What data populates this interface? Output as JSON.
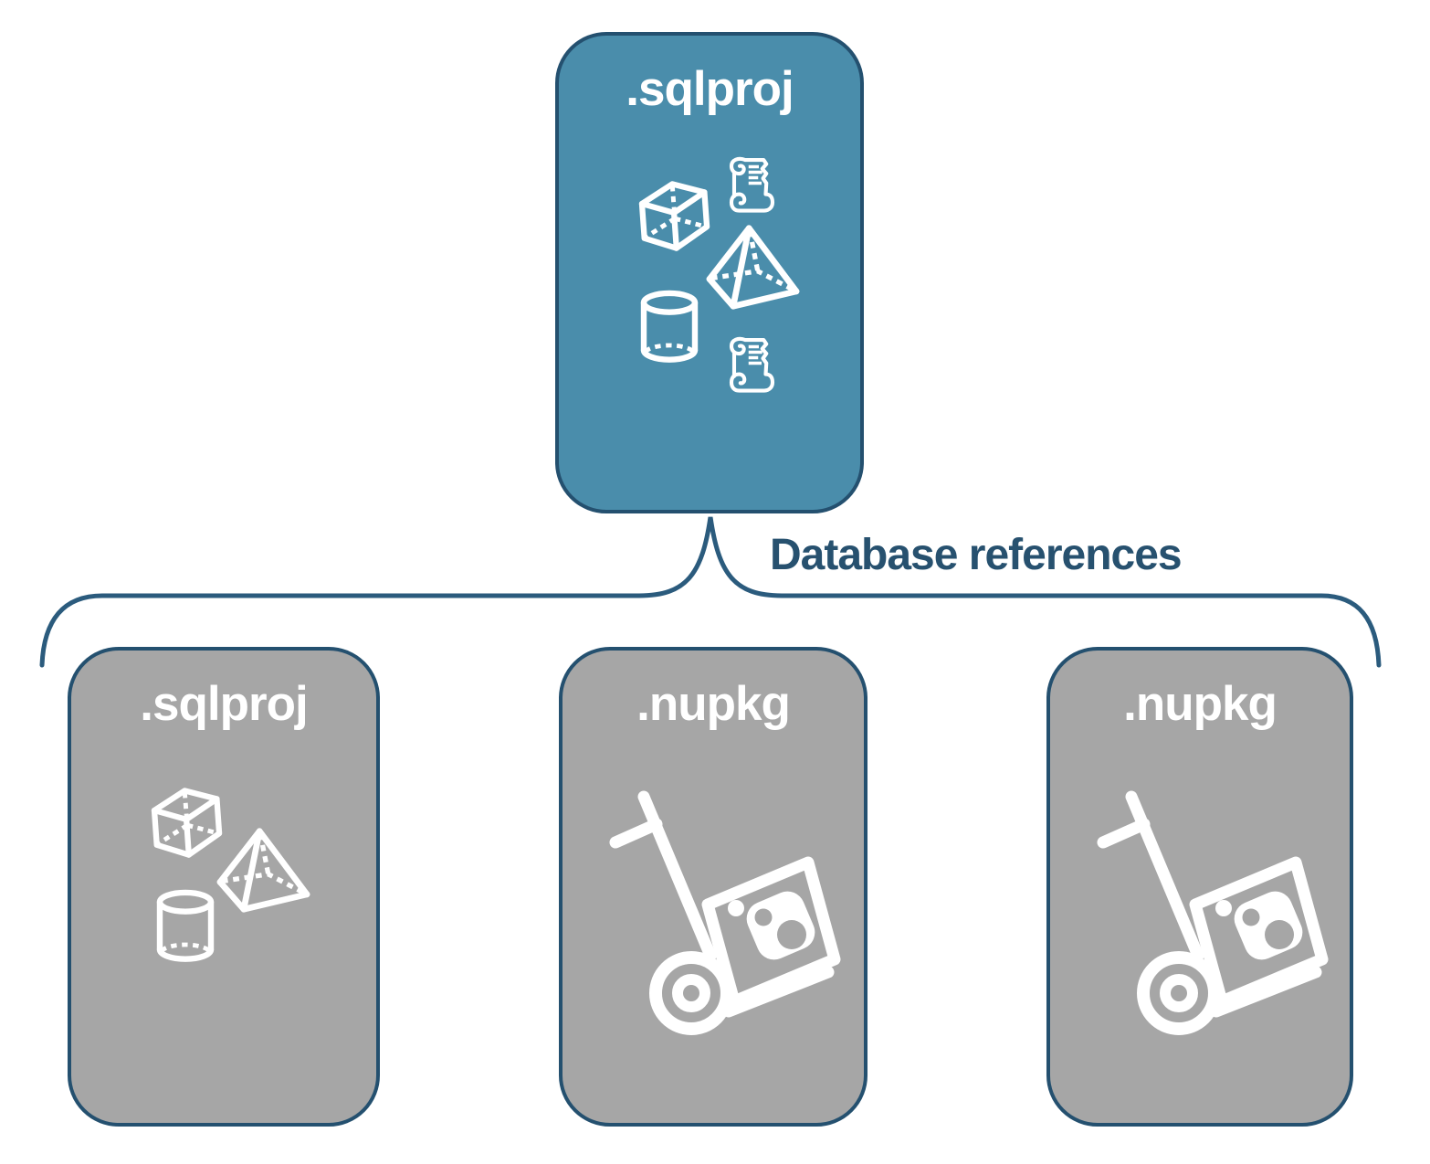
{
  "diagram": {
    "root": {
      "label": ".sqlproj",
      "icons": [
        "scroll-icon",
        "cube-icon",
        "pyramid-icon",
        "cylinder-icon",
        "scroll-icon"
      ]
    },
    "edge_label": "Database references",
    "children": [
      {
        "label": ".sqlproj",
        "icons": [
          "cube-icon",
          "pyramid-icon",
          "cylinder-icon"
        ]
      },
      {
        "label": ".nupkg",
        "icons": [
          "package-dolly-icon"
        ]
      },
      {
        "label": ".nupkg",
        "icons": [
          "package-dolly-icon"
        ]
      }
    ]
  },
  "colors": {
    "background": "#FFFFFF",
    "root-fill": "#4A8DAB",
    "child-fill": "#A6A6A6",
    "node-border": "#24506F",
    "node-text": "#FFFFFF",
    "icon": "#FFFFFF",
    "brace": "#2B5B7D",
    "edge-label": "#27516F"
  }
}
